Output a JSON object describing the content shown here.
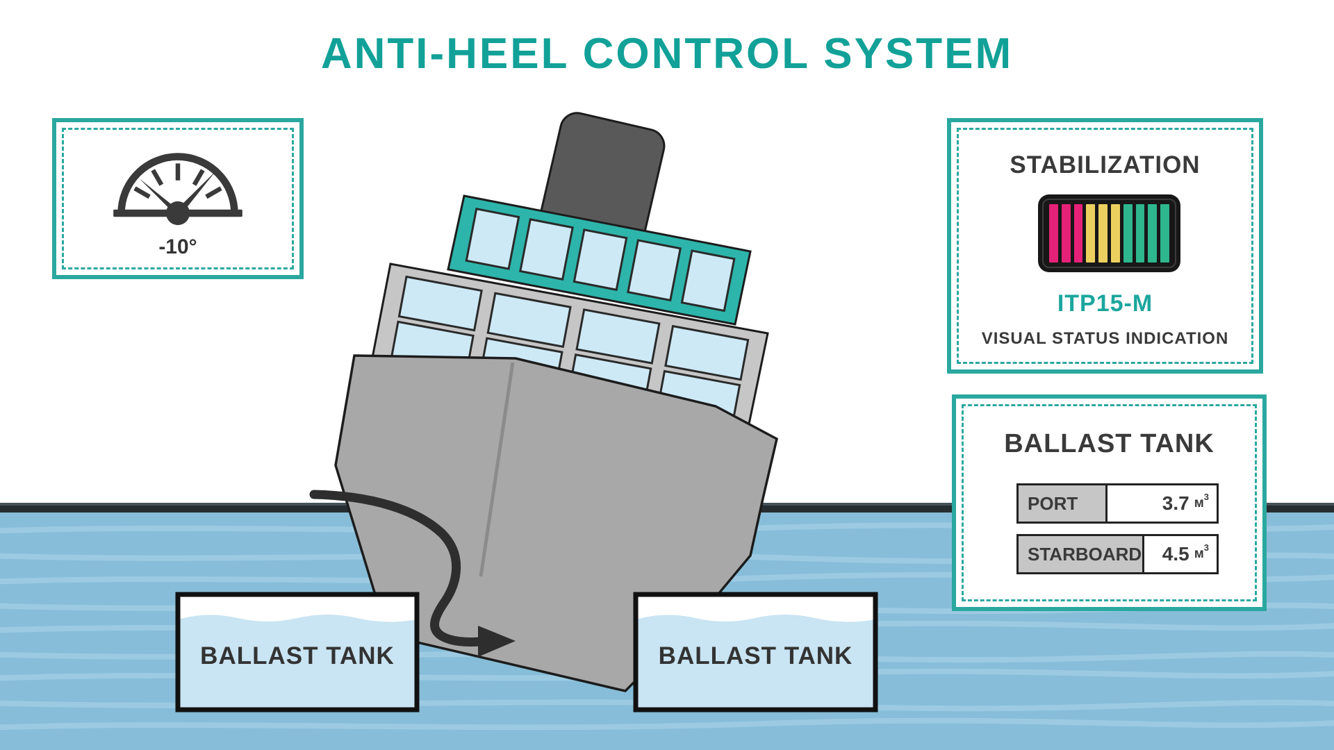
{
  "colors": {
    "accent": "#1ba69d",
    "accent-border": "#2aa8a0",
    "title": "#12a198",
    "text-dark": "#3a3a3a",
    "water": "#87bdd8",
    "water-stripe": "#9ccae2",
    "waterline": "#262d31",
    "waterline-top": "#45525a",
    "hull": "#a8a8a8",
    "deck": "#c6c6c6",
    "deck-window": "#cde9f6",
    "teal-deck": "#2db5ab",
    "funnel": "#595959",
    "outline": "#1c1c1c",
    "tank-fill": "#c9e4f2",
    "led-bg": "#171717",
    "row-label-bg": "#c6c6c6"
  },
  "header": {
    "title": "ANTI-HEEL CONTROL SYSTEM"
  },
  "gauge": {
    "reading": "-10°"
  },
  "stabilization": {
    "title": "STABILIZATION",
    "model": "ITP15-M",
    "caption": "VISUAL STATUS INDICATION",
    "led_pattern": [
      "pink",
      "pink",
      "pink",
      "yellow",
      "yellow",
      "yellow",
      "green",
      "green",
      "green",
      "green"
    ],
    "led_colors": {
      "pink": "#e62178",
      "yellow": "#ecd05f",
      "green": "#2eb68d"
    }
  },
  "ballast_panel": {
    "title": "BALLAST TANK",
    "rows": [
      {
        "label": "PORT",
        "value": "3.7",
        "unit": "м",
        "unit_sup": "3"
      },
      {
        "label": "STARBOARD",
        "value": "4.5",
        "unit": "м",
        "unit_sup": "3"
      }
    ]
  },
  "tanks": {
    "left": {
      "label": "BALLAST TANK"
    },
    "right": {
      "label": "BALLAST TANK"
    }
  }
}
